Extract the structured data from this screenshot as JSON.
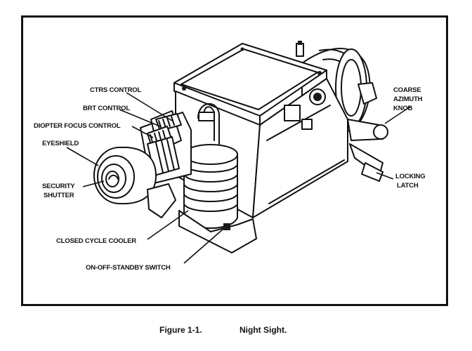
{
  "figure": {
    "number": "Figure 1-1.",
    "title": "Night Sight."
  },
  "labels": {
    "ctrs_control": "CTRS CONTROL",
    "brt_control": "BRT CONTROL",
    "diopter_focus_control": "DIOPTER FOCUS CONTROL",
    "eyeshield": "EYESHIELD",
    "security_shutter_1": "SECURITY",
    "security_shutter_2": "SHUTTER",
    "closed_cycle_cooler": "CLOSED CYCLE COOLER",
    "on_off_standby_switch": "ON-OFF-STANDBY SWITCH",
    "coarse_azimuth_knob_1": "COARSE",
    "coarse_azimuth_knob_2": "AZIMUTH",
    "coarse_azimuth_knob_3": "KNOB",
    "locking_latch_1": "LOCKING",
    "locking_latch_2": "LATCH"
  }
}
